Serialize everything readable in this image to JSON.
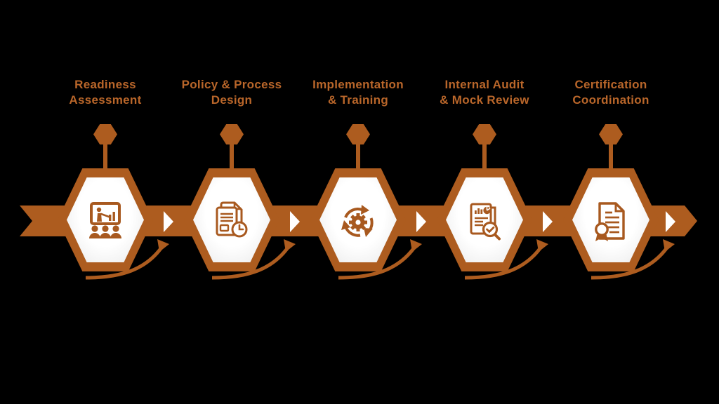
{
  "diagram": {
    "type": "process-flow",
    "orientation": "horizontal",
    "step_count": 5,
    "colors": {
      "accent_orange": "#ad5c1f",
      "title_orange": "#b9662a",
      "hexagon_fill": "#ffffff",
      "chevron_white": "#ffffff",
      "background": "#000000"
    },
    "steps": [
      {
        "title": "Readiness\nAssessment",
        "icon": "presentation-icon",
        "caption": ""
      },
      {
        "title": "Policy & Process\nDesign",
        "icon": "document-clock-icon",
        "caption": ""
      },
      {
        "title": "Implementation\n& Training",
        "icon": "gear-cycle-icon",
        "caption": ""
      },
      {
        "title": "Internal Audit\n& Mock Review",
        "icon": "audit-report-icon",
        "caption": ""
      },
      {
        "title": "Certification\nCoordination",
        "icon": "certificate-icon",
        "caption": ""
      }
    ]
  }
}
